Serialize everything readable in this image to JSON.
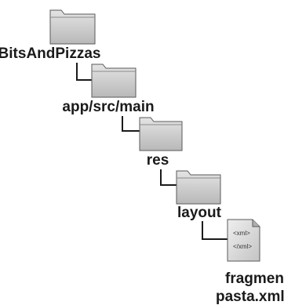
{
  "tree": [
    {
      "label": "BitsAndPizzas",
      "kind": "folder"
    },
    {
      "label": "app/src/main",
      "kind": "folder"
    },
    {
      "label": "res",
      "kind": "folder"
    },
    {
      "label": "layout",
      "kind": "folder"
    },
    {
      "label_line1": "fragment_",
      "label_line2": "pasta.xml",
      "kind": "xml-file",
      "icon_tags": [
        "<xml>",
        "</xml>"
      ]
    }
  ],
  "colors": {
    "folder_fill": "#cfcfcf",
    "folder_stroke": "#5a5a5a",
    "connector": "#1a1a1a",
    "file_fill": "#dcdcdc",
    "label": "#1a1a1a"
  }
}
